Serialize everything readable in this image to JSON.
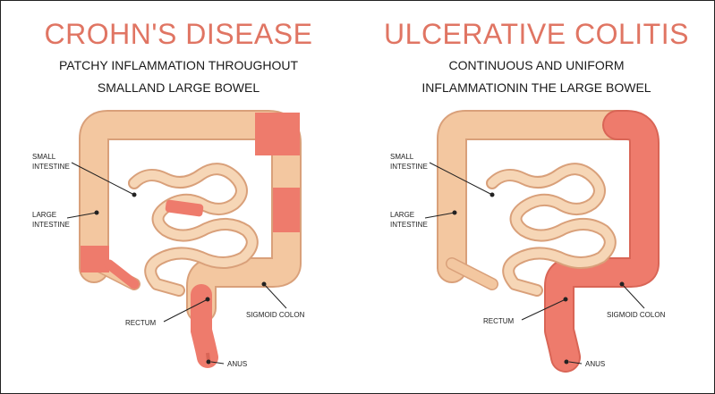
{
  "colors": {
    "title": "#e07563",
    "healthy_fill": "#f3c7a0",
    "healthy_stroke": "#d9a07a",
    "inflamed_fill": "#ee7b6c",
    "inflamed_stroke": "#d96556",
    "text": "#1a1a1a"
  },
  "panels": [
    {
      "title": "CROHN'S DISEASE",
      "subtitle_line1": "PATCHY INFLAMMATION THROUGHOUT",
      "subtitle_line2": "SMALLAND LARGE BOWEL",
      "labels": {
        "small_intestine_1": "SMALL",
        "small_intestine_2": "INTESTINE",
        "large_intestine_1": "LARGE",
        "large_intestine_2": "INTESTINE",
        "rectum": "RECTUM",
        "sigmoid_colon": "SIGMOID COLON",
        "anus": "ANUS"
      }
    },
    {
      "title": "ULCERATIVE COLITIS",
      "subtitle_line1": "CONTINUOUS AND UNIFORM",
      "subtitle_line2": "INFLAMMATIONIN THE LARGE BOWEL",
      "labels": {
        "small_intestine_1": "SMALL",
        "small_intestine_2": "INTESTINE",
        "large_intestine_1": "LARGE",
        "large_intestine_2": "INTESTINE",
        "rectum": "RECTUM",
        "sigmoid_colon": "SIGMOID COLON",
        "anus": "ANUS"
      }
    }
  ]
}
